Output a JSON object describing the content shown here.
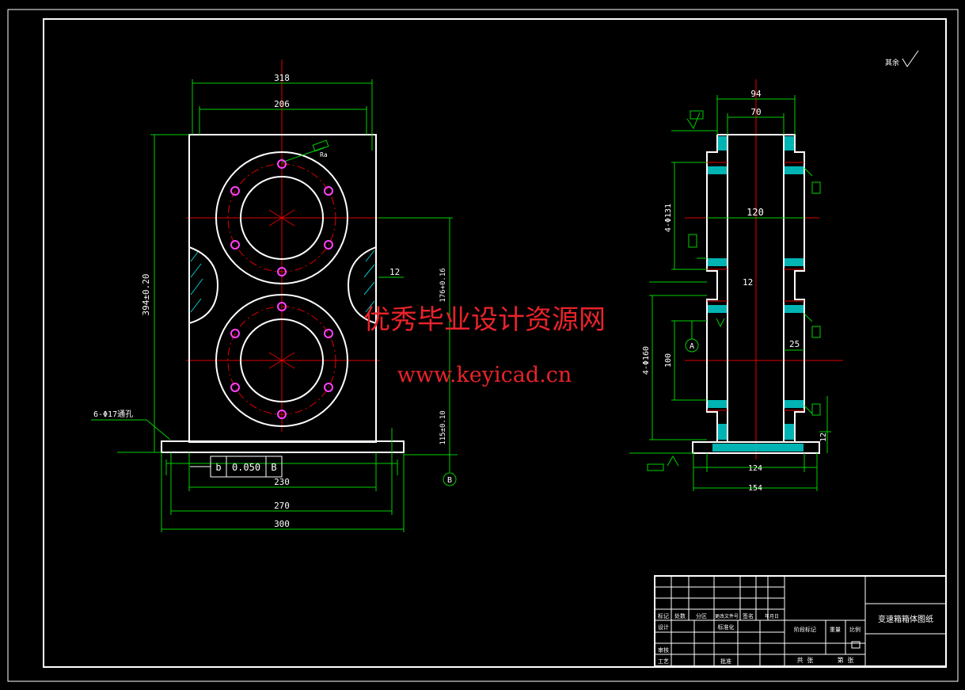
{
  "colors": {
    "background": "#000000",
    "outline": "#ffffff",
    "dimension": "#00d000",
    "centerline": "#e00000",
    "hatch": "#00c8c8",
    "bolt": "#ff40ff",
    "watermark": "#e8232a"
  },
  "watermark": {
    "line1": "优秀毕业设计资源网",
    "line2": "www.keyicad.cn"
  },
  "front_view": {
    "dim_top_outer": "318",
    "dim_top_inner": "206",
    "dim_bottom_1": "230",
    "dim_bottom_2": "270",
    "dim_bottom_3": "300",
    "dim_height_total": "394±0.20",
    "dim_rib": "12",
    "dim_upper_center": "176+0.16",
    "dim_lower_center": "115±0.10",
    "hole_note": "6-Φ17通孔",
    "tolerance_symbol": "b",
    "tolerance_value": "0.050",
    "tolerance_datum": "B",
    "datum_label": "B",
    "bolt_callout": "Ra"
  },
  "side_view": {
    "dim_top_outer": "94",
    "dim_top_inner": "70",
    "dim_mid": "120",
    "dim_rib": "12",
    "dim_wall": "25",
    "dim_upper_bore": "4-Φ131",
    "dim_lower_bore": "4-Φ160",
    "dim_depth": "100",
    "dim_bottom_1": "124",
    "dim_bottom_2": "154",
    "dim_base": "12",
    "datum_label": "A"
  },
  "roughness_note": "其余",
  "title_block": {
    "title": "变速箱箱体图纸",
    "row_labels": [
      "标记",
      "处数",
      "分区",
      "更改文件号",
      "签名",
      "年月日"
    ],
    "designer": "设计",
    "standardize": "标准化",
    "reviewer": "审核",
    "process": "工艺",
    "approve": "批准",
    "stage_mark": "阶段标记",
    "weight": "重量",
    "scale": "比例",
    "sheet_total": "共 张",
    "sheet_no": "第 张"
  }
}
